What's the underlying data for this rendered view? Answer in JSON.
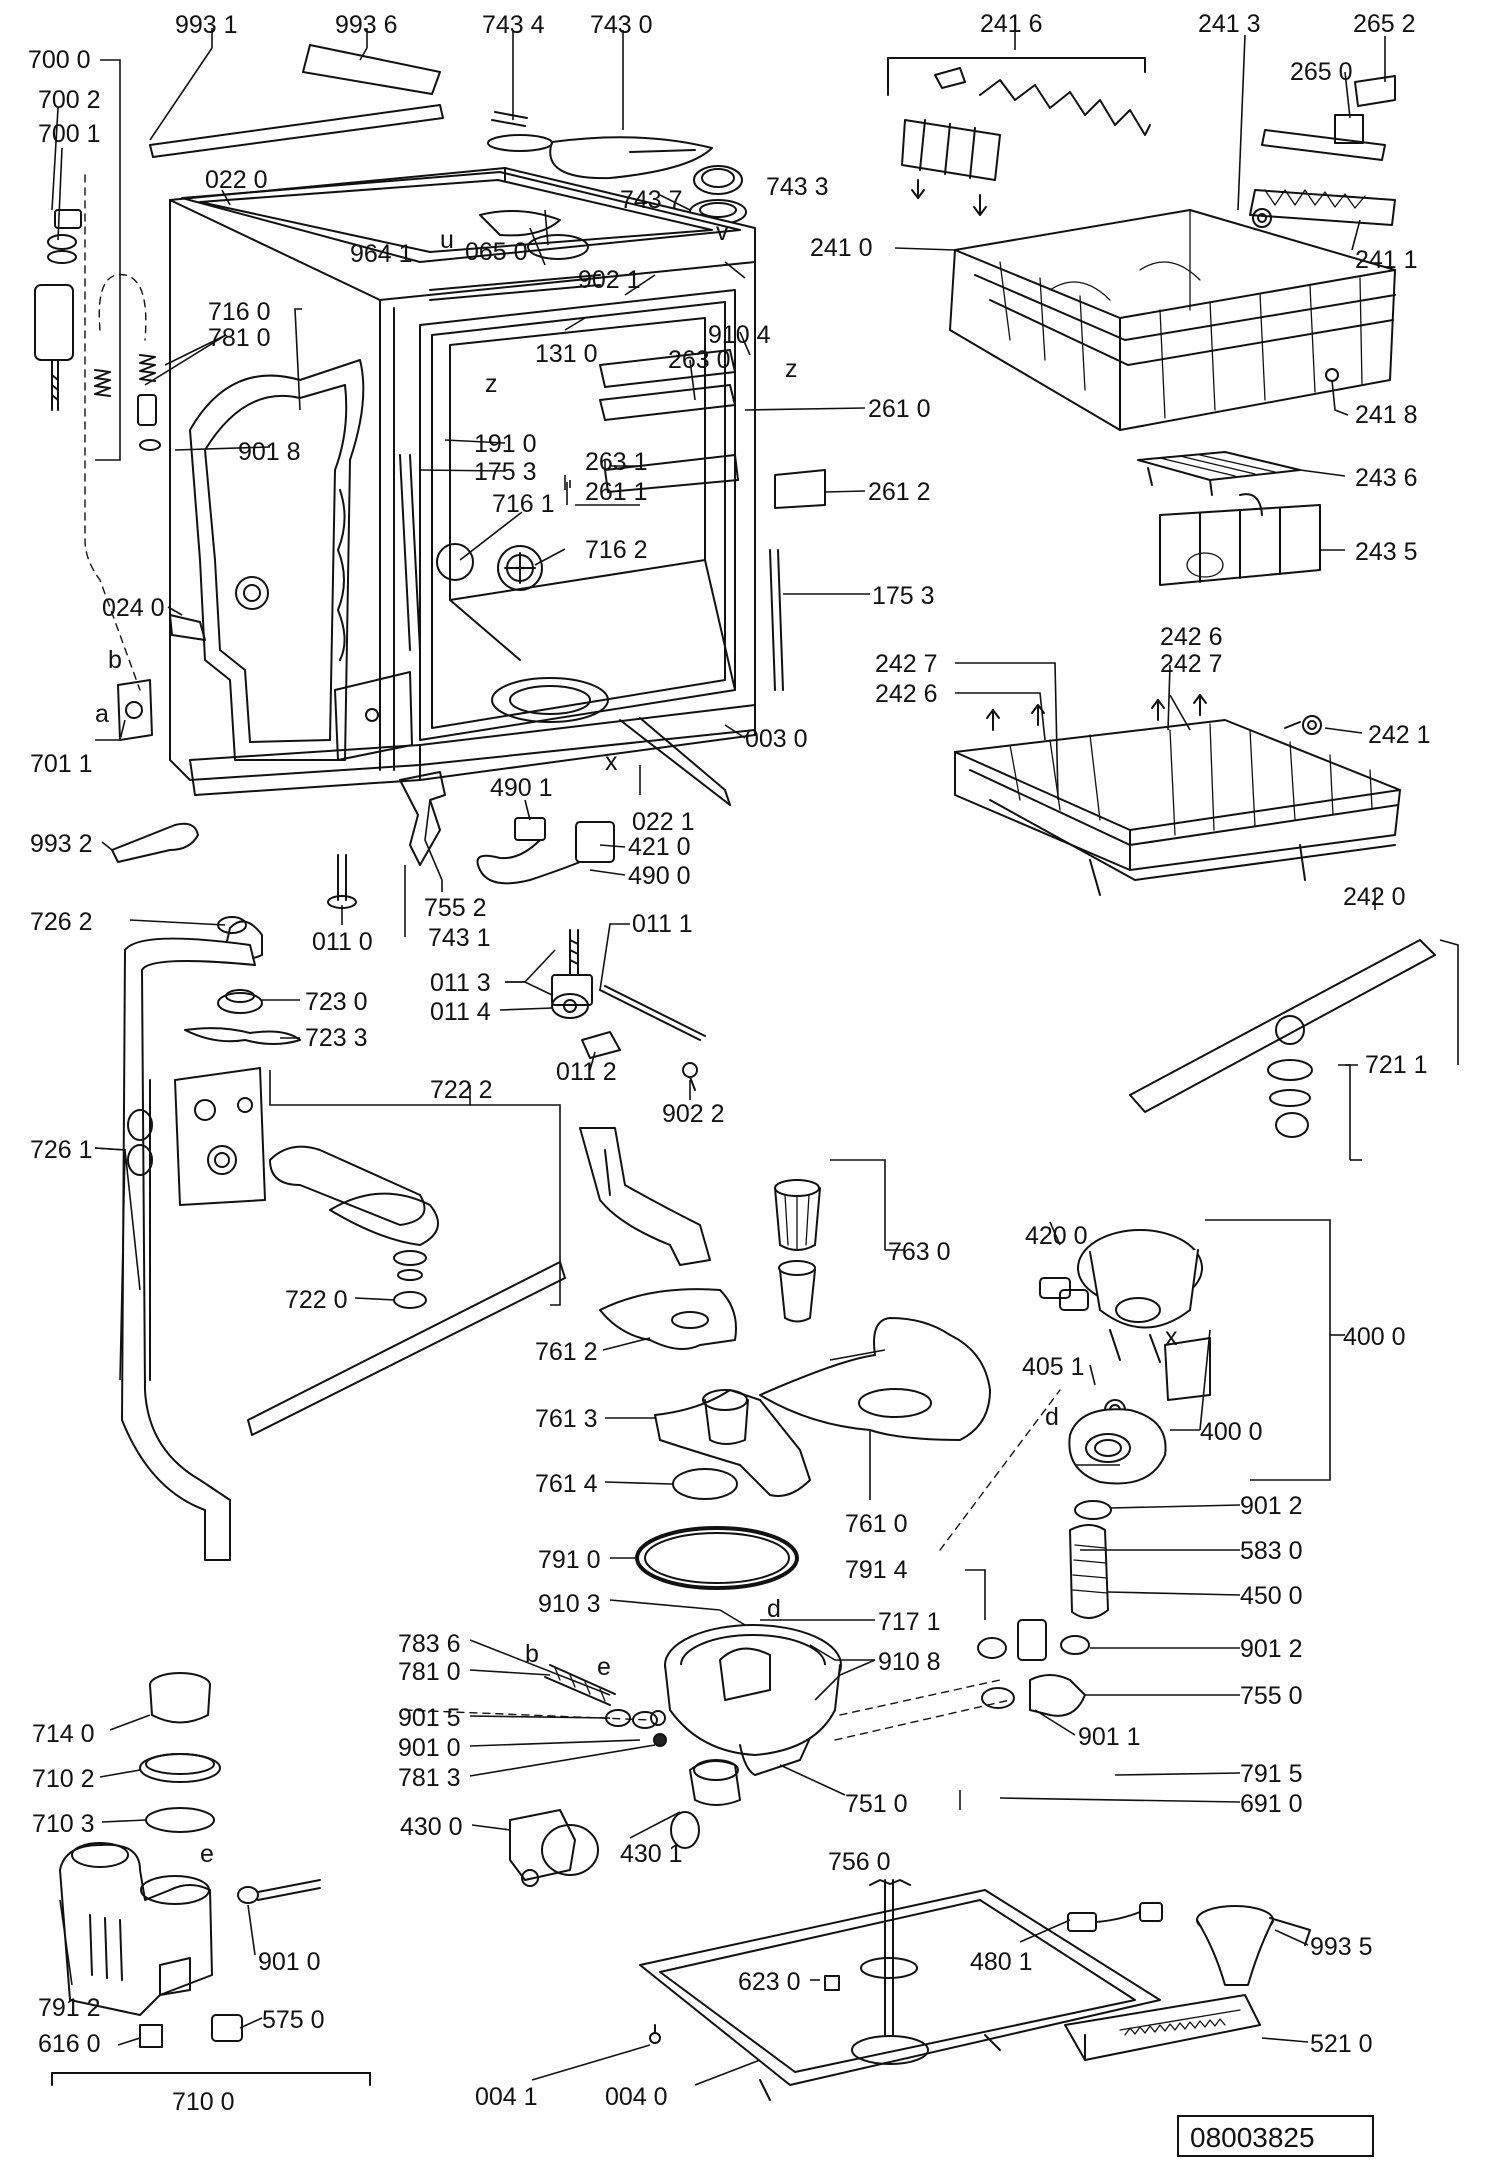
{
  "labels": {
    "p700_0": "700 0",
    "p700_2": "700 2",
    "p700_1": "700 1",
    "p993_1": "993 1",
    "p993_6": "993 6",
    "p743_4": "743 4",
    "p743_0": "743 0",
    "p022_0": "022 0",
    "p743_7": "743 7",
    "p743_3": "743 3",
    "p065_0": "065 0",
    "p964_1": "964 1",
    "p902_1": "902 1",
    "p910_4": "910 4",
    "p716_0": "716 0",
    "p781_0a": "781 0",
    "p131_0": "131 0",
    "p263_0": "263 0",
    "p901_8": "901 8",
    "p191_0": "191 0",
    "p175_3a": "175 3",
    "p263_1": "263 1",
    "p261_1": "261 1",
    "p261_0": "261 0",
    "p261_2": "261 2",
    "p716_1": "716 1",
    "p716_2": "716 2",
    "p175_3b": "175 3",
    "p024_0": "024 0",
    "p003_0": "003 0",
    "p701_1": "701 1",
    "p022_1": "022 1",
    "p490_1": "490 1",
    "p421_0": "421 0",
    "p490_0": "490 0",
    "p993_2": "993 2",
    "p755_2": "755 2",
    "p011_0": "011 0",
    "p743_1": "743 1",
    "p011_1": "011 1",
    "p011_3": "011 3",
    "p011_4": "011 4",
    "p011_2": "011 2",
    "p902_2": "902 2",
    "p726_2": "726 2",
    "p723_0": "723 0",
    "p723_3": "723 3",
    "p722_2": "722 2",
    "p726_1": "726 1",
    "p722_0": "722 0",
    "p241_6": "241 6",
    "p241_3": "241 3",
    "p265_2": "265 2",
    "p265_0": "265 0",
    "p241_0": "241 0",
    "p241_1": "241 1",
    "p241_8": "241 8",
    "p243_6": "243 6",
    "p243_5": "243 5",
    "p242_7a": "242 7",
    "p242_6a": "242 6",
    "p242_6b": "242 6",
    "p242_7b": "242 7",
    "p242_1": "242 1",
    "p242_0": "242 0",
    "p721_1": "721 1",
    "p763_0": "763 0",
    "p761_2": "761 2",
    "p761_3": "761 3",
    "p761_4": "761 4",
    "p761_0": "761 0",
    "p420_0": "420 0",
    "p400_0a": "400 0",
    "p405_1": "405 1",
    "p400_0b": "400 0",
    "p901_2a": "901 2",
    "p583_0": "583 0",
    "p450_0": "450 0",
    "p901_2b": "901 2",
    "p755_0": "755 0",
    "p791_0": "791 0",
    "p791_4": "791 4",
    "p910_3": "910 3",
    "p717_1": "717 1",
    "p910_8": "910 8",
    "p783_6": "783 6",
    "p781_0b": "781 0",
    "p901_5": "901 5",
    "p901_0a": "901 0",
    "p781_3": "781 3",
    "p901_1": "901 1",
    "p791_5": "791 5",
    "p751_0": "751 0",
    "p691_0": "691 0",
    "p430_0": "430 0",
    "p430_1": "430 1",
    "p714_0": "714 0",
    "p710_2": "710 2",
    "p710_3": "710 3",
    "p901_0b": "901 0",
    "p791_2": "791 2",
    "p616_0": "616 0",
    "p575_0": "575 0",
    "p710_0": "710 0",
    "p756_0": "756 0",
    "p480_1": "480 1",
    "p623_0": "623 0",
    "p993_5": "993 5",
    "p004_1": "004 1",
    "p004_0": "004 0",
    "p521_0": "521 0"
  },
  "letters": {
    "a": "a",
    "b": "b",
    "b2": "b",
    "d": "d",
    "d2": "d",
    "e": "e",
    "e2": "e",
    "x": "x",
    "x2": "x",
    "z": "z",
    "z2": "z",
    "u": "u",
    "v": "v"
  },
  "document_number": "08003825"
}
